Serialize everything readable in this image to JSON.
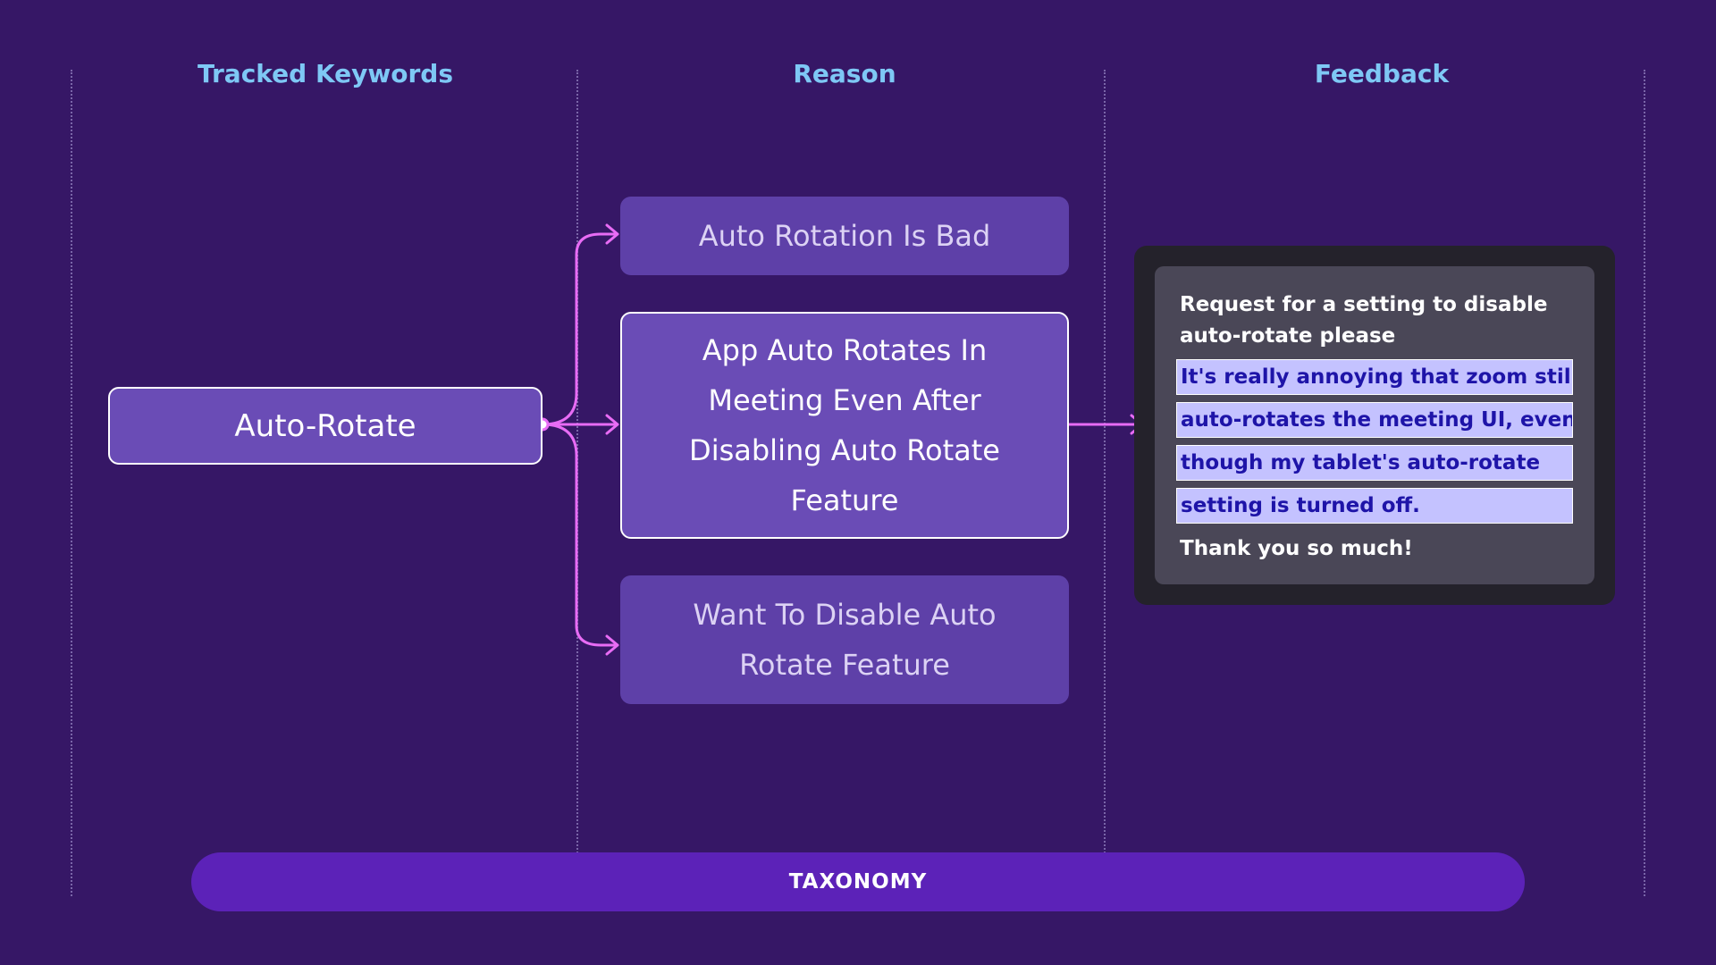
{
  "columns": {
    "keywords": "Tracked Keywords",
    "reason": "Reason",
    "feedback": "Feedback"
  },
  "keyword": {
    "label": "Auto-Rotate"
  },
  "reasons": [
    "Auto Rotation Is Bad",
    "App Auto Rotates In Meeting Even After Disabling Auto Rotate Feature",
    "Want To Disable Auto Rotate Feature"
  ],
  "feedback": {
    "intro": "Request for a setting to disable auto-rotate please",
    "highlighted": [
      "It's really annoying that zoom still",
      "auto-rotates the meeting UI, even",
      "though my tablet's auto-rotate",
      "setting is turned off."
    ],
    "closing": "Thank you so much!"
  },
  "footer": {
    "label": "TAXONOMY"
  },
  "colors": {
    "background": "#361766",
    "accent_connector": "#e86cf5",
    "header_text": "#7ec8f5",
    "box_fill": "#6a4cb6",
    "highlight_fill": "#c4c2ff",
    "highlight_text": "#1e14a8",
    "taxonomy_bar": "#5c22b8"
  }
}
